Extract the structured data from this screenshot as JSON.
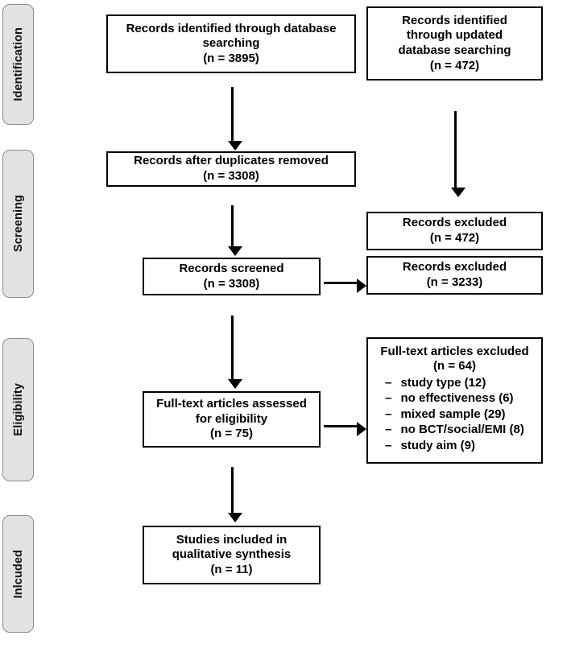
{
  "diagram": {
    "title": "PRISMA study selection flow diagram",
    "colors": {
      "box_border": "#000000",
      "box_fill": "#ffffff",
      "stage_fill": "#e2e2e2",
      "stage_border": "#8c8c8c",
      "arrow": "#000000"
    }
  },
  "stages": [
    {
      "label": "Identification"
    },
    {
      "label": "Screening"
    },
    {
      "label": "Eligibility"
    },
    {
      "label": "Inlcuded"
    }
  ],
  "boxes": {
    "records_identified": "Records identified through database\nsearching\n(n = 3895)",
    "records_identified_updated": "Records identified\nthrough updated\ndatabase searching\n(n = 472)",
    "duplicates_removed": "Records after duplicates removed\n(n = 3308)",
    "records_screened": "Records screened\n(n = 3308)",
    "records_excluded_updated": "Records excluded\n(n = 472)",
    "records_excluded_screened": "Records excluded\n(n = 3233)",
    "fulltext_assessed": "Full-text articles assessed\nfor eligibility\n(n = 75)",
    "studies_included": "Studies included in\nqualitative synthesis\n(n = 11)"
  },
  "fulltext_excluded": {
    "heading": "Full-text articles excluded\n(n = 64)",
    "dash": "–",
    "reasons": [
      "study type (12)",
      "no effectiveness (6)",
      "mixed sample (29)",
      "no BCT/social/EMI (8)",
      "study aim (9)"
    ]
  },
  "counts": {
    "identified_database": 3895,
    "identified_updated": 472,
    "after_duplicates": 3308,
    "screened": 3308,
    "excluded_updated": 472,
    "excluded_screened": 3233,
    "fulltext_assessed": 75,
    "fulltext_excluded": 64,
    "included_qualitative": 11,
    "exclusion_reasons": {
      "study_type": 12,
      "no_effectiveness": 6,
      "mixed_sample": 29,
      "no_bct_social_emi": 8,
      "study_aim": 9
    }
  }
}
